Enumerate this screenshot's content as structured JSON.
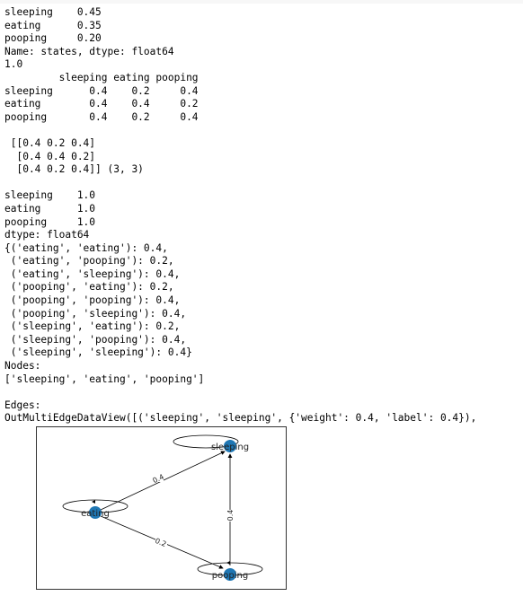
{
  "output_lines": [
    "sleeping    0.45",
    "eating      0.35",
    "pooping     0.20",
    "Name: states, dtype: float64",
    "1.0",
    "         sleeping eating pooping",
    "sleeping      0.4    0.2     0.4",
    "eating        0.4    0.4     0.2",
    "pooping       0.4    0.2     0.4",
    "",
    " [[0.4 0.2 0.4]",
    "  [0.4 0.4 0.2]",
    "  [0.4 0.2 0.4]] (3, 3)",
    "",
    "sleeping    1.0",
    "eating      1.0",
    "pooping     1.0",
    "dtype: float64",
    "{('eating', 'eating'): 0.4,",
    " ('eating', 'pooping'): 0.2,",
    " ('eating', 'sleeping'): 0.4,",
    " ('pooping', 'eating'): 0.2,",
    " ('pooping', 'pooping'): 0.4,",
    " ('pooping', 'sleeping'): 0.4,",
    " ('sleeping', 'eating'): 0.2,",
    " ('sleeping', 'pooping'): 0.4,",
    " ('sleeping', 'sleeping'): 0.4}",
    "Nodes:",
    "['sleeping', 'eating', 'pooping']",
    "",
    "Edges:",
    "OutMultiEdgeDataView([('sleeping', 'sleeping', {'weight': 0.4, 'label': 0.4}),"
  ],
  "graph": {
    "node_color": "#1f77b4",
    "nodes": [
      "sleeping",
      "eating",
      "pooping"
    ],
    "edge_labels": [
      "0.4",
      "0.4",
      "0.2"
    ]
  }
}
